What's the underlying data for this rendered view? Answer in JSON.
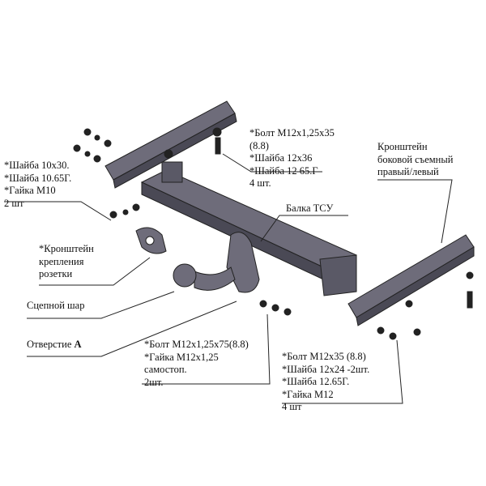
{
  "labels": {
    "washers_m10": [
      "*Шайба 10x30.",
      "*Шайба 10.65Г.",
      "*Гайка М10",
      "2 шт"
    ],
    "socket_bracket": [
      "*Кронштейн",
      "крепления",
      "розетки"
    ],
    "tow_ball": "Сцепной шар",
    "hole_a": {
      "text": "Отверстие ",
      "letter": "А"
    },
    "top_bolts": [
      "*Болт М12x1,25x35",
      "(8.8)",
      "*Шайба 12x36",
      "*Шайба 12 65.Г",
      "4 шт."
    ],
    "side_bracket": [
      "Кронштейн",
      "боковой съемный",
      "правый/левый"
    ],
    "beam": "Балка ТСУ",
    "ball_bolts": [
      "*Болт М12x1,25x75(8.8)",
      "*Гайка М12x1,25",
      "самостоп.",
      "2шт."
    ],
    "side_bolts": [
      "*Болт М12x35 (8.8)",
      "*Шайба 12x24 -2шт.",
      "*Шайба 12.65Г.",
      "*Гайка М12",
      "4 шт"
    ]
  },
  "colors": {
    "part": "#6e6c7a",
    "part_dark": "#3e3d48",
    "text": "#111111"
  }
}
